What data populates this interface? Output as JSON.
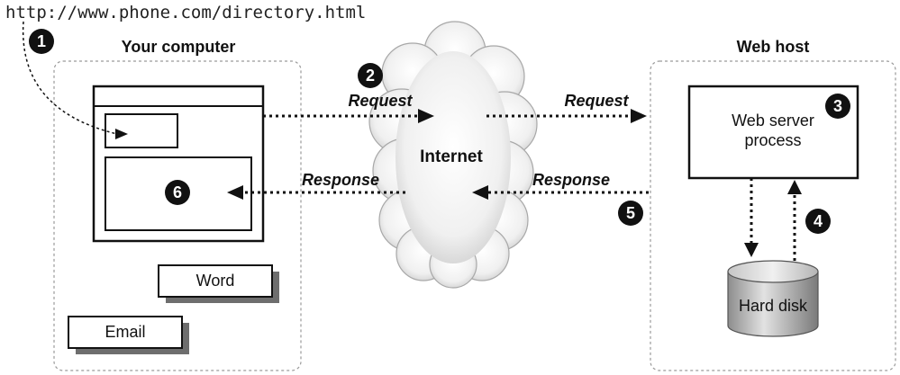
{
  "url": "http://www.phone.com/directory.html",
  "your_computer": {
    "title": "Your computer",
    "apps": {
      "word_label": "Word",
      "email_label": "Email"
    }
  },
  "internet": {
    "label": "Internet"
  },
  "web_host": {
    "title": "Web host",
    "server_label_line1": "Web server",
    "server_label_line2": "process",
    "disk_label": "Hard disk"
  },
  "flows": {
    "request_label": "Request",
    "response_label": "Response"
  },
  "steps": [
    "1",
    "2",
    "3",
    "4",
    "5",
    "6"
  ]
}
